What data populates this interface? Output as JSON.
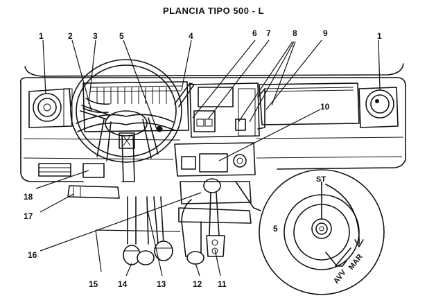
{
  "title": "PLANCIA TIPO 500 - L",
  "callouts": [
    {
      "id": "1a",
      "label": "1"
    },
    {
      "id": "2",
      "label": "2"
    },
    {
      "id": "3",
      "label": "3"
    },
    {
      "id": "5a",
      "label": "5"
    },
    {
      "id": "4",
      "label": "4"
    },
    {
      "id": "6",
      "label": "6"
    },
    {
      "id": "7",
      "label": "7"
    },
    {
      "id": "8",
      "label": "8"
    },
    {
      "id": "9",
      "label": "9"
    },
    {
      "id": "1b",
      "label": "1"
    },
    {
      "id": "10",
      "label": "10"
    },
    {
      "id": "18",
      "label": "18"
    },
    {
      "id": "17",
      "label": "17"
    },
    {
      "id": "16",
      "label": "16"
    },
    {
      "id": "15",
      "label": "15"
    },
    {
      "id": "14",
      "label": "14"
    },
    {
      "id": "13",
      "label": "13"
    },
    {
      "id": "12",
      "label": "12"
    },
    {
      "id": "11",
      "label": "11"
    },
    {
      "id": "5b",
      "label": "5"
    }
  ],
  "ignition": {
    "st": "ST",
    "mar": "MAR",
    "avv": "AVV"
  }
}
